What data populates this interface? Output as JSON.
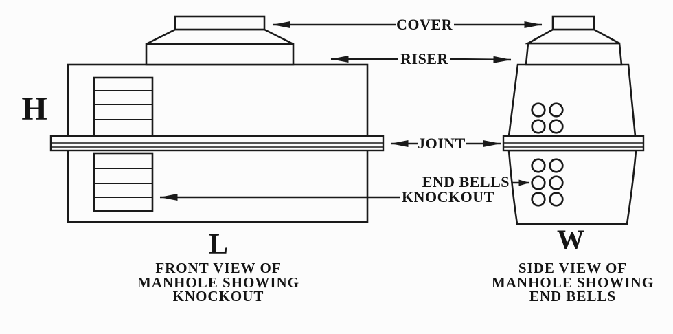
{
  "diagram": {
    "title_context": "Manhole diagram",
    "colors": {
      "line": "#1a1a1a",
      "background": "#fcfcfc"
    },
    "callouts": {
      "cover": "COVER",
      "riser": "RISER",
      "joint": "JOINT",
      "end_bells": "END BELLS",
      "knockout": "KNOCKOUT"
    },
    "dimensions": {
      "height_label": "H",
      "length_label": "L",
      "width_label": "W"
    },
    "front_view": {
      "caption": [
        "FRONT VIEW OF",
        "MANHOLE SHOWING",
        "KNOCKOUT"
      ]
    },
    "side_view": {
      "caption": [
        "SIDE VIEW OF",
        "MANHOLE SHOWING",
        "END BELLS"
      ]
    }
  }
}
